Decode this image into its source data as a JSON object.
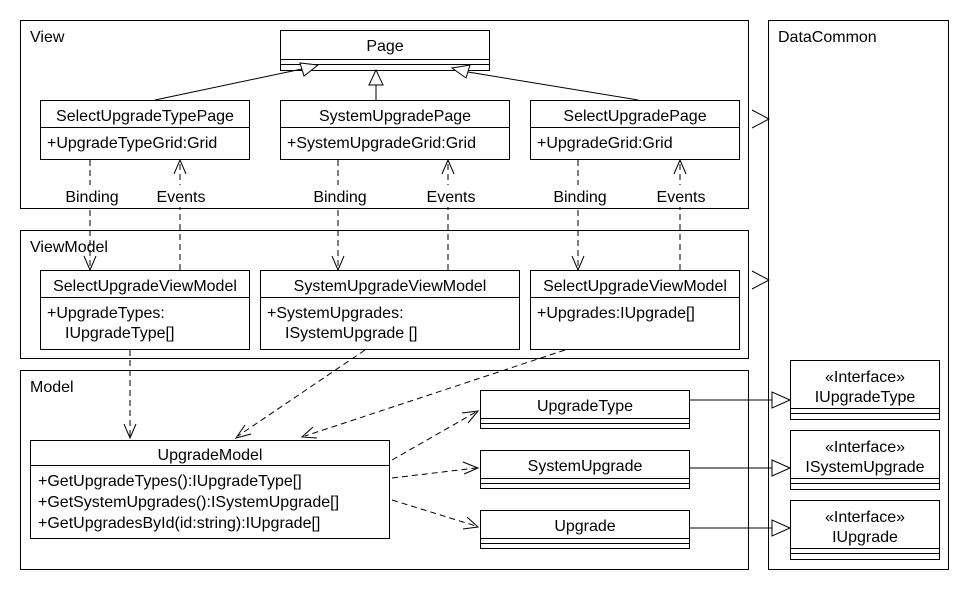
{
  "packages": {
    "view": "View",
    "viewmodel": "ViewModel",
    "model": "Model",
    "datacommon": "DataCommon"
  },
  "classes": {
    "page": {
      "name": "Page"
    },
    "select_upgrade_type_page": {
      "name": "SelectUpgradeTypePage",
      "attr": "+UpgradeTypeGrid:Grid"
    },
    "system_upgrade_page": {
      "name": "SystemUpgradePage",
      "attr": "+SystemUpgradeGrid:Grid"
    },
    "select_upgrade_page": {
      "name": "SelectUpgradePage",
      "attr": "+UpgradeGrid:Grid"
    },
    "select_upgrade_view_model": {
      "name": "SelectUpgradeViewModel",
      "attr1": "+UpgradeTypes:",
      "attr2": "IUpgradeType[]"
    },
    "system_upgrade_view_model": {
      "name": "SystemUpgradeViewModel",
      "attr1": "+SystemUpgrades:",
      "attr2": "ISystemUpgrade []"
    },
    "select_upgrade_view_model_2": {
      "name": "SelectUpgradeViewModel",
      "attr1": "+Upgrades:IUpgrade[]"
    },
    "upgrade_model": {
      "name": "UpgradeModel",
      "ops": [
        "+GetUpgradeTypes():IUpgradeType[]",
        "+GetSystemUpgrades():ISystemUpgrade[]",
        "+GetUpgradesById(id:string):IUpgrade[]"
      ]
    },
    "upgrade_type": {
      "name": "UpgradeType"
    },
    "system_upgrade": {
      "name": "SystemUpgrade"
    },
    "upgrade": {
      "name": "Upgrade"
    },
    "i_upgrade_type": {
      "stereotype": "«Interface»",
      "name": "IUpgradeType"
    },
    "i_system_upgrade": {
      "stereotype": "«Interface»",
      "name": "ISystemUpgrade"
    },
    "i_upgrade": {
      "stereotype": "«Interface»",
      "name": "IUpgrade"
    }
  },
  "labels": {
    "binding": "Binding",
    "events": "Events"
  }
}
